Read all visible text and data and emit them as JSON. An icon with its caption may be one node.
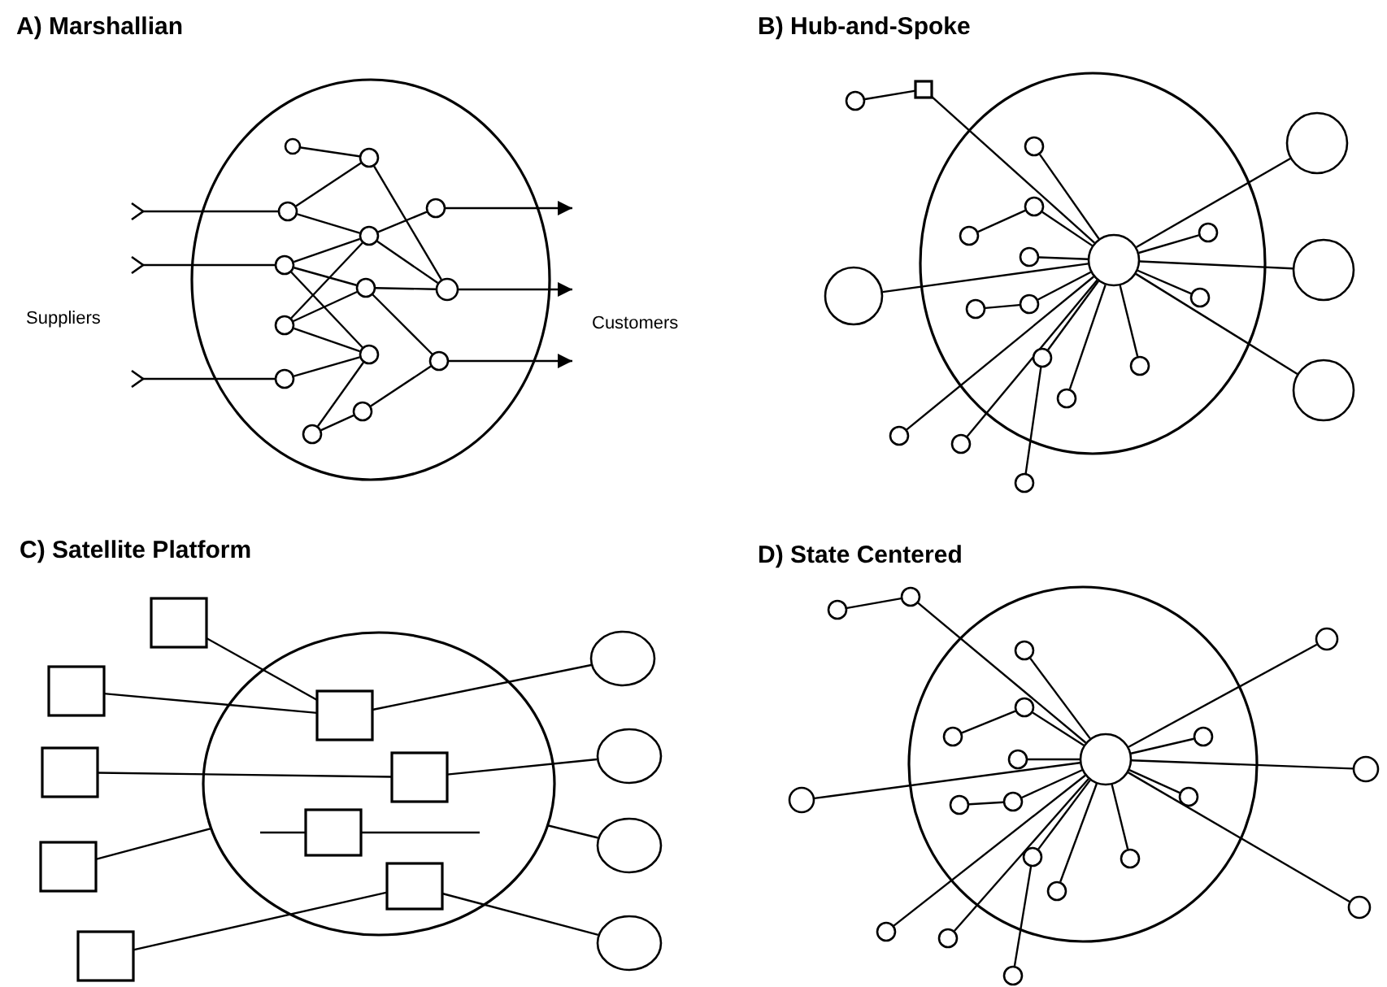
{
  "diagram": {
    "nodes": [
      {
        "text": [
          "A) Marshallian"
        ]
      },
      {
        "text": [],
        "shape": "circle",
        "in": 0
      },
      {
        "text": [],
        "shape": "circle",
        "in": 0
      },
      {
        "text": [],
        "shape": "circle",
        "in": 0
      },
      {
        "text": [],
        "shape": "circle",
        "in": 0
      },
      {
        "text": [],
        "shape": "circle",
        "in": 0
      },
      {
        "text": [],
        "shape": "circle",
        "in": 0
      },
      {
        "text": [],
        "shape": "circle",
        "in": 0
      },
      {
        "text": [],
        "shape": "circle",
        "in": 0
      },
      {
        "text": [],
        "shape": "circle",
        "in": 0
      },
      {
        "text": [],
        "shape": "circle",
        "in": 0
      },
      {
        "text": [],
        "shape": "circle",
        "in": 0
      },
      {
        "text": [],
        "shape": "circle",
        "in": 0
      },
      {
        "text": [],
        "shape": "circle",
        "in": 0
      },
      {
        "text": [],
        "shape": "circle",
        "in": 0
      },
      {
        "text": [
          "B) Hub-and-Spoke"
        ]
      },
      {
        "text": [],
        "shape": "circle",
        "in": 15
      },
      {
        "text": [],
        "shape": "circle"
      },
      {
        "text": [],
        "shape": "box"
      },
      {
        "text": [],
        "shape": "circle",
        "in": 15
      },
      {
        "text": [],
        "shape": "circle",
        "in": 15
      },
      {
        "text": [],
        "shape": "circle",
        "in": 15
      },
      {
        "text": [],
        "shape": "circle",
        "in": 15
      },
      {
        "text": [],
        "shape": "circle",
        "in": 15
      },
      {
        "text": [],
        "shape": "circle",
        "in": 15
      },
      {
        "text": [],
        "shape": "circle",
        "in": 15
      },
      {
        "text": [],
        "shape": "circle",
        "in": 15
      },
      {
        "text": [],
        "shape": "circle",
        "in": 15
      },
      {
        "text": [],
        "shape": "circle",
        "in": 15
      },
      {
        "text": [],
        "shape": "circle",
        "in": 15
      },
      {
        "text": [],
        "shape": "circle"
      },
      {
        "text": [],
        "shape": "circle"
      },
      {
        "text": [],
        "shape": "circle"
      },
      {
        "text": [],
        "shape": "circle"
      },
      {
        "text": [],
        "shape": "circle"
      },
      {
        "text": [],
        "shape": "circle"
      },
      {
        "text": [],
        "shape": "circle"
      },
      {
        "text": [
          "C) Satellite Platform"
        ]
      },
      {
        "text": [],
        "shape": "box"
      },
      {
        "text": [],
        "shape": "box"
      },
      {
        "text": [],
        "shape": "box"
      },
      {
        "text": [],
        "shape": "box"
      },
      {
        "text": [],
        "shape": "box"
      },
      {
        "text": [],
        "shape": "box",
        "in": 37
      },
      {
        "text": [],
        "shape": "box",
        "in": 37
      },
      {
        "text": [],
        "shape": "box",
        "in": 37
      },
      {
        "text": [],
        "shape": "box",
        "in": 37
      },
      {
        "text": [],
        "shape": "circle"
      },
      {
        "text": [],
        "shape": "circle"
      },
      {
        "text": [],
        "shape": "circle"
      },
      {
        "text": [],
        "shape": "circle"
      },
      {
        "text": [
          "D) State Centered"
        ]
      },
      {
        "text": [],
        "shape": "circle",
        "in": 51
      },
      {
        "text": [],
        "shape": "circle"
      },
      {
        "text": [],
        "shape": "circle"
      },
      {
        "text": [],
        "shape": "circle",
        "in": 51
      },
      {
        "text": [],
        "shape": "circle",
        "in": 51
      },
      {
        "text": [],
        "shape": "circle",
        "in": 51
      },
      {
        "text": [],
        "shape": "circle",
        "in": 51
      },
      {
        "text": [],
        "shape": "circle"
      },
      {
        "text": [],
        "shape": "circle",
        "in": 51
      },
      {
        "text": [],
        "shape": "circle",
        "in": 51
      },
      {
        "text": [],
        "shape": "circle",
        "in": 51
      },
      {
        "text": [],
        "shape": "circle",
        "in": 51
      },
      {
        "text": [],
        "shape": "circle",
        "in": 51
      },
      {
        "text": [],
        "shape": "circle",
        "in": 51
      },
      {
        "text": [],
        "shape": "circle",
        "in": 51
      },
      {
        "text": [],
        "shape": "circle"
      },
      {
        "text": [],
        "shape": "circle"
      },
      {
        "text": [],
        "shape": "circle"
      },
      {
        "text": [],
        "shape": "circle"
      },
      {
        "text": [],
        "shape": "circle"
      },
      {
        "text": [],
        "shape": "circle"
      }
    ],
    "edges": [
      {
        "from": null,
        "to": 3,
        "arrow": "other"
      },
      {
        "from": null,
        "to": 6,
        "arrow": "other"
      },
      {
        "from": null,
        "to": 12,
        "arrow": "other"
      },
      {
        "from": 1,
        "to": 2,
        "arrow": "none"
      },
      {
        "from": 2,
        "to": 3,
        "arrow": "none"
      },
      {
        "from": 2,
        "to": 8,
        "arrow": "none"
      },
      {
        "from": 3,
        "to": 5,
        "arrow": "none"
      },
      {
        "from": 4,
        "to": 5,
        "arrow": "none"
      },
      {
        "from": 5,
        "to": 6,
        "arrow": "none"
      },
      {
        "from": 5,
        "to": 9,
        "arrow": "none"
      },
      {
        "from": 5,
        "to": 8,
        "arrow": "none"
      },
      {
        "from": 6,
        "to": 7,
        "arrow": "none"
      },
      {
        "from": 6,
        "to": 10,
        "arrow": "none"
      },
      {
        "from": 7,
        "to": 8,
        "arrow": "none"
      },
      {
        "from": 7,
        "to": 9,
        "arrow": "none"
      },
      {
        "from": 7,
        "to": 11,
        "arrow": "none"
      },
      {
        "from": 9,
        "to": 10,
        "arrow": "none"
      },
      {
        "from": 10,
        "to": 12,
        "arrow": "none"
      },
      {
        "from": 10,
        "to": 14,
        "arrow": "none"
      },
      {
        "from": 13,
        "to": 14,
        "arrow": "none"
      },
      {
        "from": 13,
        "to": 11,
        "arrow": "none"
      },
      {
        "from": 4,
        "to": null,
        "arrow": "to"
      },
      {
        "from": 8,
        "to": null,
        "arrow": "to"
      },
      {
        "from": 11,
        "to": null,
        "arrow": "to"
      },
      {
        "from": 17,
        "to": 18,
        "arrow": "none"
      },
      {
        "from": 18,
        "to": 16,
        "arrow": "none"
      },
      {
        "from": 19,
        "to": 16,
        "arrow": "none"
      },
      {
        "from": 20,
        "to": 16,
        "arrow": "none"
      },
      {
        "from": 21,
        "to": 20,
        "arrow": "none"
      },
      {
        "from": 22,
        "to": 16,
        "arrow": "none"
      },
      {
        "from": 23,
        "to": 24,
        "arrow": "none"
      },
      {
        "from": 24,
        "to": 16,
        "arrow": "none"
      },
      {
        "from": 25,
        "to": 16,
        "arrow": "none"
      },
      {
        "from": 26,
        "to": 16,
        "arrow": "none"
      },
      {
        "from": 27,
        "to": 16,
        "arrow": "none"
      },
      {
        "from": 28,
        "to": 16,
        "arrow": "none"
      },
      {
        "from": 29,
        "to": 16,
        "arrow": "none"
      },
      {
        "from": 30,
        "to": 16,
        "arrow": "none"
      },
      {
        "from": 31,
        "to": 16,
        "arrow": "none"
      },
      {
        "from": 32,
        "to": 16,
        "arrow": "none"
      },
      {
        "from": 33,
        "to": 16,
        "arrow": "none"
      },
      {
        "from": 34,
        "to": 16,
        "arrow": "none"
      },
      {
        "from": 35,
        "to": 16,
        "arrow": "none"
      },
      {
        "from": 36,
        "to": 25,
        "arrow": "none"
      },
      {
        "from": 38,
        "to": 43,
        "arrow": "none"
      },
      {
        "from": 39,
        "to": 43,
        "arrow": "none"
      },
      {
        "from": 40,
        "to": 44,
        "arrow": "none"
      },
      {
        "from": 41,
        "to": 37,
        "arrow": "none"
      },
      {
        "from": 42,
        "to": 46,
        "arrow": "none"
      },
      {
        "from": 43,
        "to": 47,
        "arrow": "none"
      },
      {
        "from": 44,
        "to": 48,
        "arrow": "none"
      },
      {
        "from": null,
        "to": 45,
        "arrow": "none"
      },
      {
        "from": 45,
        "to": null,
        "arrow": "none"
      },
      {
        "from": 49,
        "to": 37,
        "arrow": "none"
      },
      {
        "from": 46,
        "to": 50,
        "arrow": "none"
      },
      {
        "from": 53,
        "to": 54,
        "arrow": "none"
      },
      {
        "from": 54,
        "to": 52,
        "arrow": "none"
      },
      {
        "from": 55,
        "to": 52,
        "arrow": "none"
      },
      {
        "from": 56,
        "to": 52,
        "arrow": "none"
      },
      {
        "from": 57,
        "to": 56,
        "arrow": "none"
      },
      {
        "from": 58,
        "to": 52,
        "arrow": "none"
      },
      {
        "from": 59,
        "to": 52,
        "arrow": "none"
      },
      {
        "from": 60,
        "to": 61,
        "arrow": "none"
      },
      {
        "from": 61,
        "to": 52,
        "arrow": "none"
      },
      {
        "from": 62,
        "to": 52,
        "arrow": "none"
      },
      {
        "from": 63,
        "to": 52,
        "arrow": "none"
      },
      {
        "from": 64,
        "to": 52,
        "arrow": "none"
      },
      {
        "from": 65,
        "to": 52,
        "arrow": "none"
      },
      {
        "from": 66,
        "to": 52,
        "arrow": "none"
      },
      {
        "from": 67,
        "to": 52,
        "arrow": "none"
      },
      {
        "from": 68,
        "to": 52,
        "arrow": "none"
      },
      {
        "from": 69,
        "to": 52,
        "arrow": "none"
      },
      {
        "from": 70,
        "to": 52,
        "arrow": "none"
      },
      {
        "from": 71,
        "to": 52,
        "arrow": "none"
      },
      {
        "from": 72,
        "to": 62,
        "arrow": "none"
      }
    ],
    "labels": [
      "Suppliers",
      "Customers"
    ]
  }
}
